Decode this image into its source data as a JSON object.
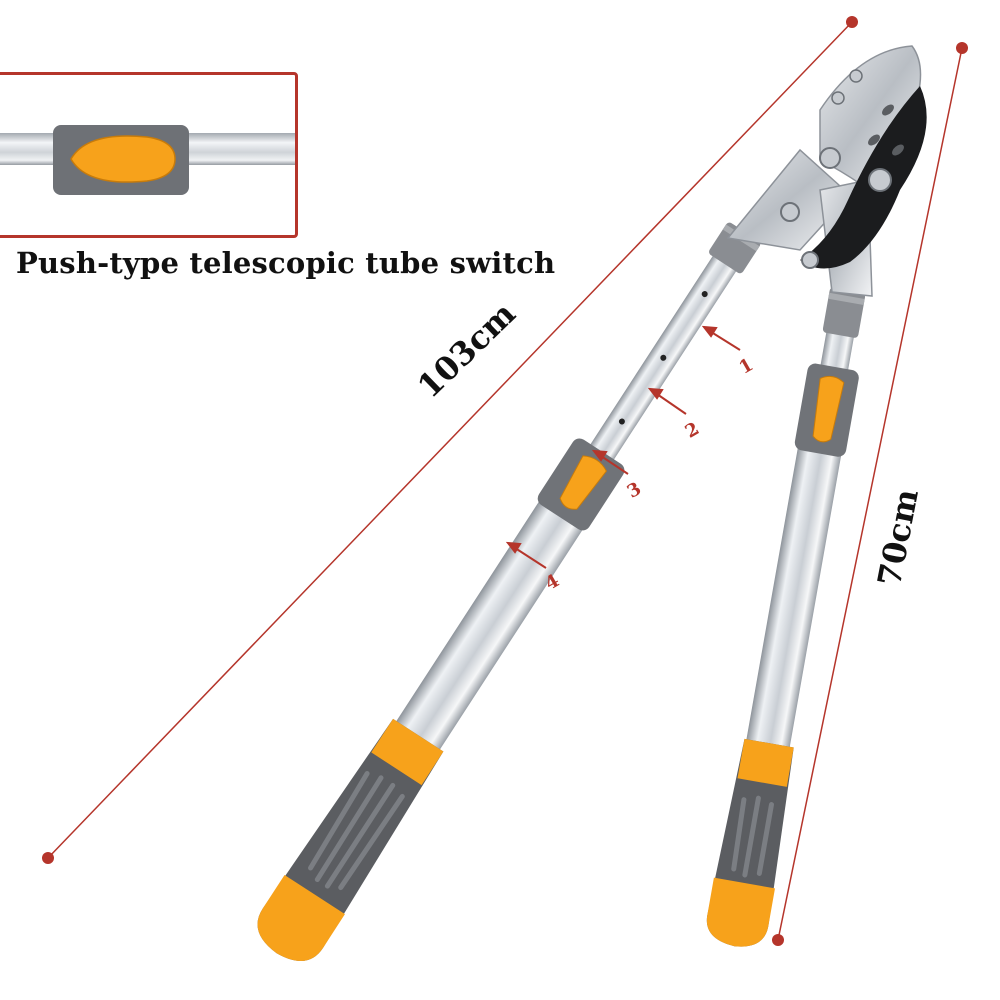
{
  "inset": {
    "caption": "Push-type telescopic tube switch"
  },
  "dimensions": {
    "total_length": "103cm",
    "handle_length": "70cm"
  },
  "positions": [
    "1",
    "2",
    "3",
    "4"
  ],
  "colors": {
    "accent_orange": "#f7a21b",
    "grip_gray": "#5b5d61",
    "dimension_line": "#b5352b",
    "tube_silver": "#d9dde2"
  },
  "icons": {
    "switch": "push-button-switch-icon"
  }
}
